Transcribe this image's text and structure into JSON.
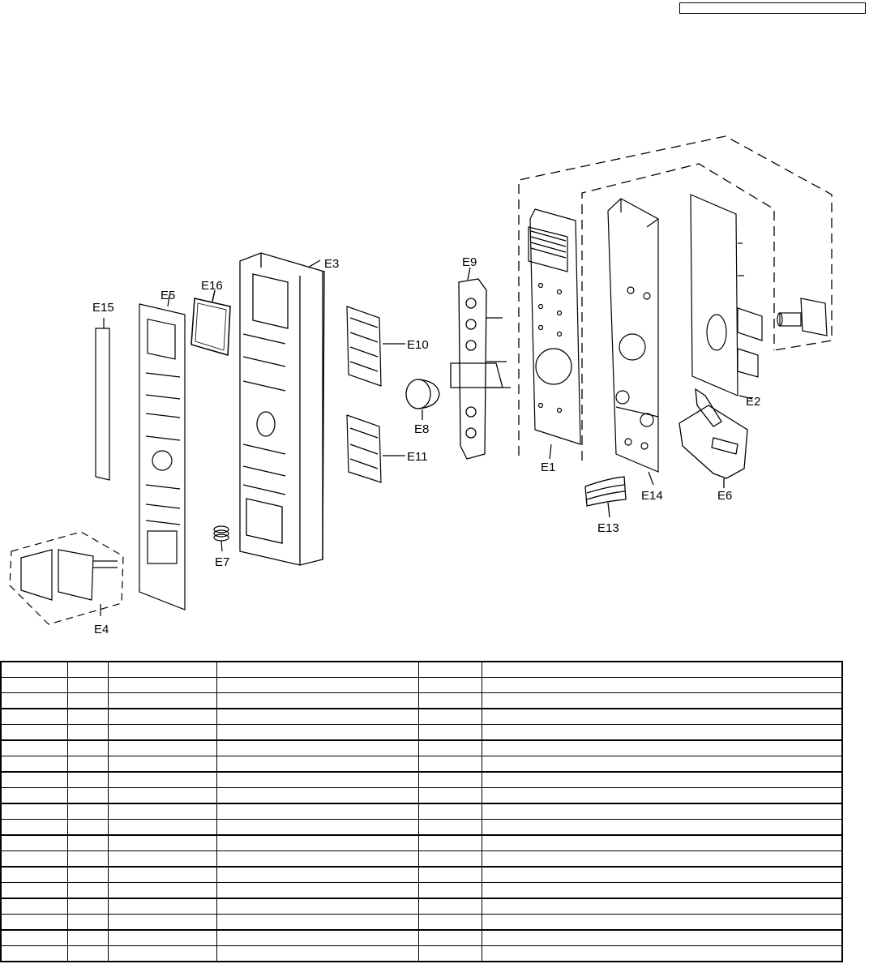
{
  "header": {
    "box_text": ""
  },
  "diagram": {
    "callouts": {
      "e1": "E1",
      "e2": "E2",
      "e3": "E3",
      "e4": "E4",
      "e5": "E5",
      "e6": "E6",
      "e7": "E7",
      "e8": "E8",
      "e9": "E9",
      "e10": "E10",
      "e11": "E11",
      "e13": "E13",
      "e14": "E14",
      "e15": "E15",
      "e16": "E16"
    }
  },
  "table": {
    "rows": [
      [
        "",
        "",
        "",
        "",
        "",
        ""
      ],
      [
        "",
        "",
        "",
        "",
        "",
        ""
      ],
      [
        "",
        "",
        "",
        "",
        "",
        ""
      ],
      [
        "",
        "",
        "",
        "",
        "",
        ""
      ],
      [
        "",
        "",
        "",
        "",
        "",
        ""
      ],
      [
        "",
        "",
        "",
        "",
        "",
        ""
      ],
      [
        "",
        "",
        "",
        "",
        "",
        ""
      ],
      [
        "",
        "",
        "",
        "",
        "",
        ""
      ],
      [
        "",
        "",
        "",
        "",
        "",
        ""
      ],
      [
        "",
        "",
        "",
        "",
        "",
        ""
      ],
      [
        "",
        "",
        "",
        "",
        "",
        ""
      ],
      [
        "",
        "",
        "",
        "",
        "",
        ""
      ],
      [
        "",
        "",
        "",
        "",
        "",
        ""
      ],
      [
        "",
        "",
        "",
        "",
        "",
        ""
      ],
      [
        "",
        "",
        "",
        "",
        "",
        ""
      ],
      [
        "",
        "",
        "",
        "",
        "",
        ""
      ],
      [
        "",
        "",
        "",
        "",
        "",
        ""
      ],
      [
        "",
        "",
        "",
        "",
        "",
        ""
      ],
      [
        "",
        "",
        "",
        "",
        "",
        ""
      ]
    ]
  }
}
